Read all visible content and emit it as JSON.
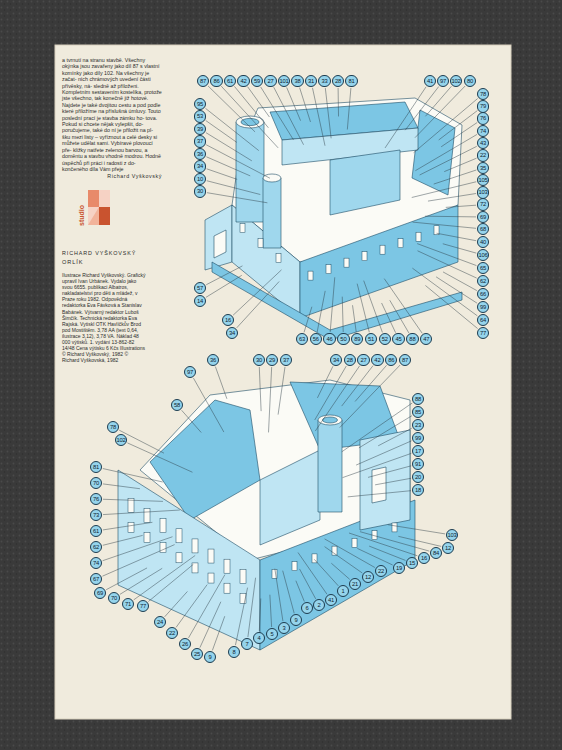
{
  "diagram": {
    "title": "ORLÍK",
    "labels": [
      "a tvrnutí na stranu stavbě. Všechny okýnka jsou zavařeny jako díl 87 s vlastní komínky jako díly 102. Na všechny je začat- ních chrámových uvedení části přívěsky, ná- sledně až přiloženi. Kompletním sestavením kostelíka, protože jste všechno, tak konečně již hotové. Najdete je také dvojitou cestu a pod podle které přiložíme na příslušná úmluvy. Touto poslední prací je stavba zámku ho- tova. Pokud si chcete nějak vylepšit, do- poručujeme, také do ní je přiložit na pl- šku mezi listy – vyříznout a celé desky si můžete udělat sami. Vybíravé plovoucí pře- kližky natřete zelenou barvou, a doměntu a stavbu vhodně modrou. Hodně úspěchů při práci i radosti z do- končeného díla Vám přeje",
      "Richard Vyškovský",
      "RICHARD VYŠKOVSKÝ",
      "Ilustrace Richard Vyškovský. Grafický upravil Ivan Urbánek. Vydalo jako svou 6655. publikaci Albatros, nakladatelství pro děti a mládež, v Praze roku 1982. Odpovědná redaktorka Eva Fávková a Stanislav Babánek. Výtvarný redaktor Luboš Šimčík. Technická redaktorka Eva Rajská. Vytiskl OTK Havlíčkův Brod pod Mostištěm. 3,78 AA (text 0,64, ilustrace 3,12), 3,78 VA. Náklad 48 000 výtisků. 1. vydání 13-862-82 14/48 Cena výtisku 6 Kčs Illustrations © Richard Vyškovský, 1982 © Richard Vyškovská, 1982",
      "studio",
      "87",
      "86",
      "61",
      "42",
      "59",
      "27",
      "101",
      "38",
      "31",
      "33",
      "28",
      "81",
      "41",
      "97",
      "102",
      "80",
      "78",
      "79",
      "76",
      "74",
      "43",
      "22",
      "35",
      "105",
      "103",
      "72",
      "69",
      "68",
      "40",
      "106",
      "65",
      "62",
      "66",
      "99",
      "64",
      "77",
      "63",
      "56",
      "46",
      "50",
      "89",
      "51",
      "52",
      "45",
      "88",
      "47",
      "95",
      "53",
      "39",
      "37",
      "36",
      "34",
      "10",
      "30",
      "57",
      "14",
      "16",
      "34",
      "36",
      "30",
      "29",
      "37",
      "34",
      "28",
      "27",
      "42",
      "86",
      "87",
      "97",
      "58",
      "78",
      "102",
      "81",
      "70",
      "76",
      "73",
      "61",
      "62",
      "74",
      "67",
      "69",
      "70",
      "71",
      "77",
      "24",
      "22",
      "26",
      "25",
      "9",
      "8",
      "7",
      "4",
      "5",
      "3",
      "9",
      "6",
      "2",
      "41",
      "1",
      "21",
      "12",
      "22",
      "19",
      "15",
      "16",
      "84",
      "12",
      "103",
      "88",
      "85",
      "23",
      "99",
      "17",
      "91",
      "20",
      "18"
    ]
  }
}
